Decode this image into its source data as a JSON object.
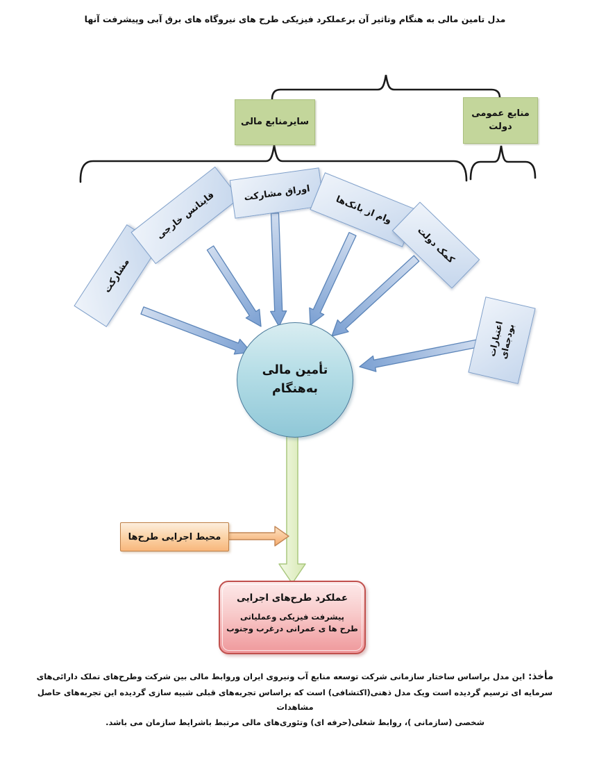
{
  "title": "مدل تامین مالی به هنگام وتاثیر آن برعملکرد فیزیکی طرح های نیروگاه های برق آبی وپیشرفت  آنها",
  "top_sources": {
    "other": "سایرمنابع مالی",
    "government": "منابع عمومی\nدولت"
  },
  "funding_sources": [
    "مشارکت",
    "فاینانس خارجی",
    "اوراق مشارکت",
    "وام از بانک‌ها",
    "کمک دولت",
    "اعتبارات\nبودجه‌ای"
  ],
  "hub_label": "تأمین مالی\nبه‌هنگام",
  "environment_label": "محیط اجرایی طرح‌ها",
  "outcome": {
    "title": "عملکرد طرح‌های اجرایی",
    "body": "پیشرفت فیزیکی وعملیاتی\nطرح ها ی عمرانی درغرب وجنوب"
  },
  "footer": {
    "prefix": "مأخذ: ",
    "line1": "این مدل براساس ساختار سازمانی شرکت توسعه منابع آب ونیروی ایران وروابط  مالی بین شرکت وطرح‌های تملک دارائی‌های",
    "line2": "سرمایه ای ترسیم گردیده است ویک مدل ذهنی(اکتشافی) است که براساس تجربه‌های قبلی شبیه سازی گردیده این تجربه‌های حاصل مشاهدات",
    "line3": "شخصی (سازمانی )، روابط شغلی(حرفه ای) وتئوری‌های مالی مرتبط باشرایط سازمان می باشد."
  },
  "colors": {
    "source_box_fill": "#c3d69b",
    "blue_box_fill": "#d9e4f3",
    "blue_box_border": "#7d9ec9",
    "arrow_blue": "#8fadd8",
    "hub_fill": "#a5d5e0",
    "hub_border": "#4a7a9b",
    "env_fill": "#f9c089",
    "env_border": "#bd7e45",
    "outcome_fill": "#f4b0b3",
    "outcome_border": "#c0504d",
    "green_arrow_fill": "#e9f3d4",
    "brace_color": "#1a1a1a"
  }
}
